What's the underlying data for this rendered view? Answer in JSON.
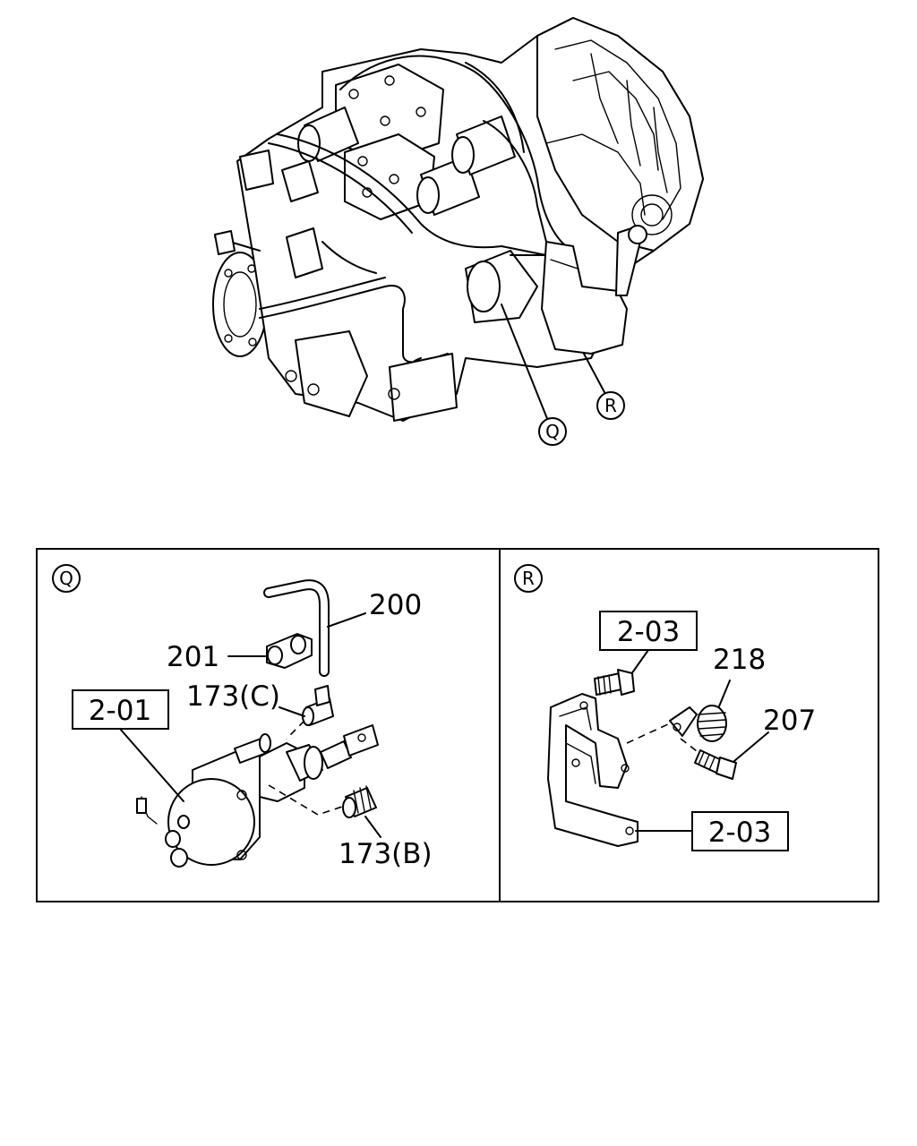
{
  "callouts": {
    "q": "Q",
    "r": "R"
  },
  "panel_q": {
    "callout": "Q",
    "labels": {
      "hose": "200",
      "clip": "201",
      "fitting_c": "173(C)",
      "fitting_b": "173(B)",
      "ref_box": "2-01"
    }
  },
  "panel_r": {
    "callout": "R",
    "labels": {
      "ref_box_top": "2-03",
      "spring": "218",
      "bolt": "207",
      "ref_box_bottom": "2-03"
    }
  }
}
